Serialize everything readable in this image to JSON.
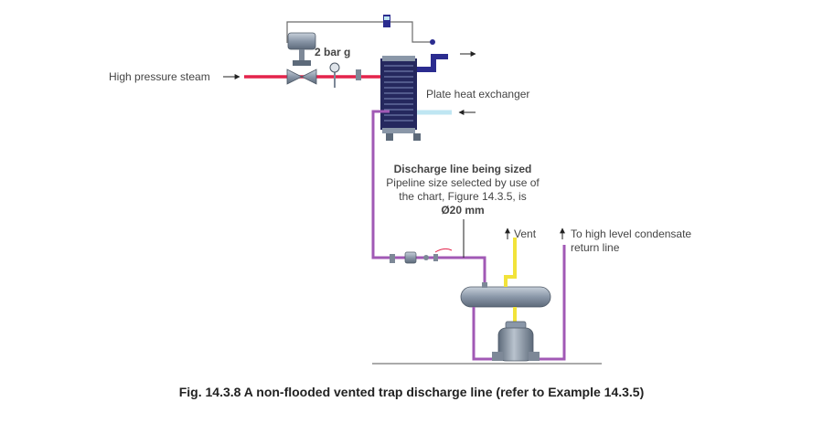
{
  "labels": {
    "steam_inlet": "High pressure steam",
    "pressure": "2 bar g",
    "heat_exchanger": "Plate heat exchanger",
    "discharge_title": "Discharge line being sized",
    "discharge_line1": "Pipeline size selected by use of",
    "discharge_line2": "the chart, Figure 14.3.5, is",
    "discharge_size": "Ø20 mm",
    "vent": "Vent",
    "return_line1": "To high level condensate",
    "return_line2": "return line"
  },
  "caption": "Fig. 14.3.8 A non-flooded vented trap discharge line (refer to Example 14.3.5)",
  "colors": {
    "steam": "#e4234b",
    "condensate": "#a159b5",
    "vent": "#f2e33a",
    "secondary_hot": "#2b2c8f",
    "secondary_cold": "#bfe6f2",
    "equipment": "#8a97a8",
    "control_line": "#6b6b6b"
  }
}
